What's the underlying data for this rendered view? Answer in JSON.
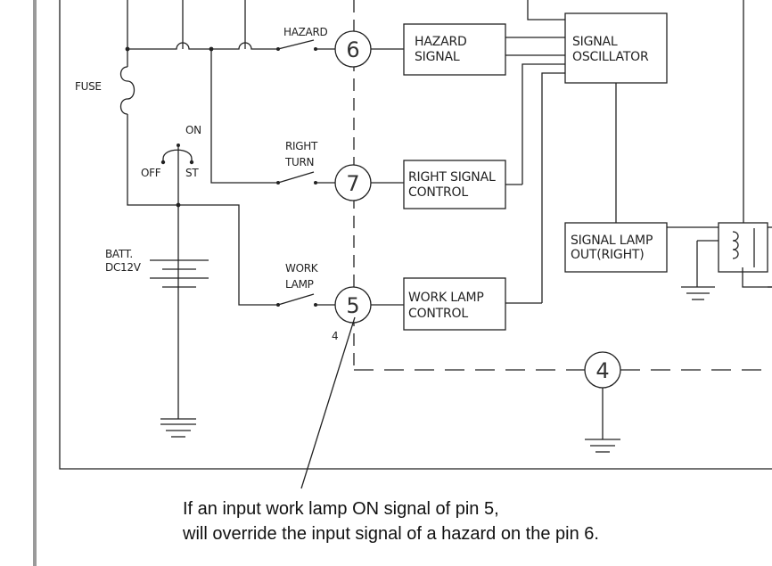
{
  "labels": {
    "fuse": "FUSE",
    "on": "ON",
    "off": "OFF",
    "st": "ST",
    "batt_line1": "BATT.",
    "batt_line2": "DC12V",
    "hazard": "HAZARD",
    "right_turn_line1": "RIGHT",
    "right_turn_line2": "TURN",
    "work_lamp_line1": "WORK",
    "work_lamp_line2": "LAMP"
  },
  "pins": {
    "hazard": "6",
    "right_turn": "7",
    "work_lamp": "5",
    "ground": "4"
  },
  "blocks": {
    "hazard_signal": {
      "line1": "HAZARD",
      "line2": "SIGNAL"
    },
    "right_signal_control": {
      "line1": "RIGHT SIGNAL",
      "line2": "CONTROL"
    },
    "work_lamp_control": {
      "line1": "WORK LAMP",
      "line2": "CONTROL"
    },
    "signal_oscillator": {
      "line1": "SIGNAL",
      "line2": "OSCILLATOR"
    },
    "signal_lamp_out": {
      "line1": "SIGNAL LAMP",
      "line2": "OUT(RIGHT)"
    }
  },
  "pointer_mark": "4",
  "note": {
    "line1": "If an input work lamp ON signal of pin 5,",
    "line2": "will override the input signal of a hazard on the pin 6."
  }
}
